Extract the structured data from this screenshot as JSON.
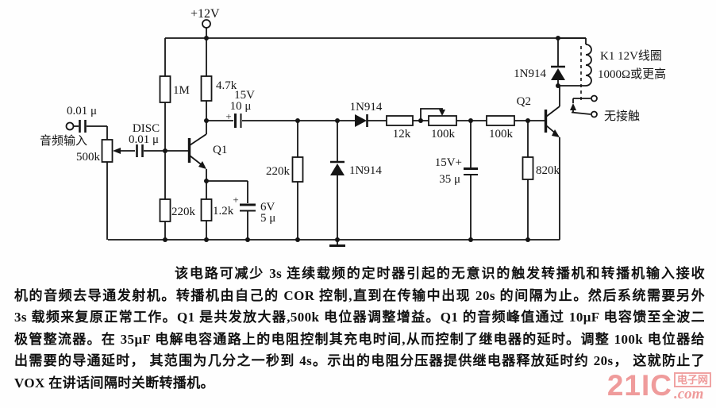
{
  "circuit": {
    "power": "+12V",
    "polarity": "+",
    "input": {
      "cap": "0.01 μ",
      "label": "音频输入",
      "pot": "500k",
      "disc_name": "DISC",
      "disc_cap": "0.01 μ"
    },
    "bias": {
      "r_upper": "1M",
      "r_lower": "220k"
    },
    "q1": {
      "name": "Q1",
      "r_collector": "4.7k",
      "r_emitter": "1.2k",
      "bypass_v": "6V",
      "bypass_c": "5 μ"
    },
    "coupling": {
      "volt": "15V",
      "cap": "10 μ"
    },
    "detector": {
      "r_load": "220k",
      "d_shunt": "1N914",
      "d_series": "1N914",
      "r_series": "12k",
      "pot": "100k",
      "cap_v": "15V+",
      "cap": "35 μ"
    },
    "q2": {
      "name": "Q2",
      "r_base": "100k",
      "r_bias": "820k"
    },
    "relay": {
      "d_flyback": "1N914",
      "line1": "K1  12V线圈",
      "line2": "1000Ω或更高",
      "contact": "无接触"
    }
  },
  "description": {
    "lines": [
      "该电路可减少 3s 连续载频的定时器引起的无意识的触发转播机和转播机输入接收",
      "机的音频去导通发射机。转播机由自己的 COR 控制,直到在传输中出现 20s 的间隔为止。然后系统需要另外",
      "3s 载频来复原正常工作。Q1 是共发放大器,500k 电位器调整增益。Q1 的音频峰值通过 10μF 电容馈至全波二",
      "极管整流器。在 35μF 电解电容通路上的电阻控制其充电时间,从而控制了继电器的延时。调整 100k 电位器给",
      "出需要的导通延时， 其范围为几分之一秒到 4s。示出的电阻分压器提供继电器释放延时约 20s， 这就防止了",
      "VOX 在讲话间隔时关断转播机。"
    ]
  },
  "watermark": {
    "brand": "21IC",
    "suffix": "电子网",
    "domain": ".com"
  }
}
